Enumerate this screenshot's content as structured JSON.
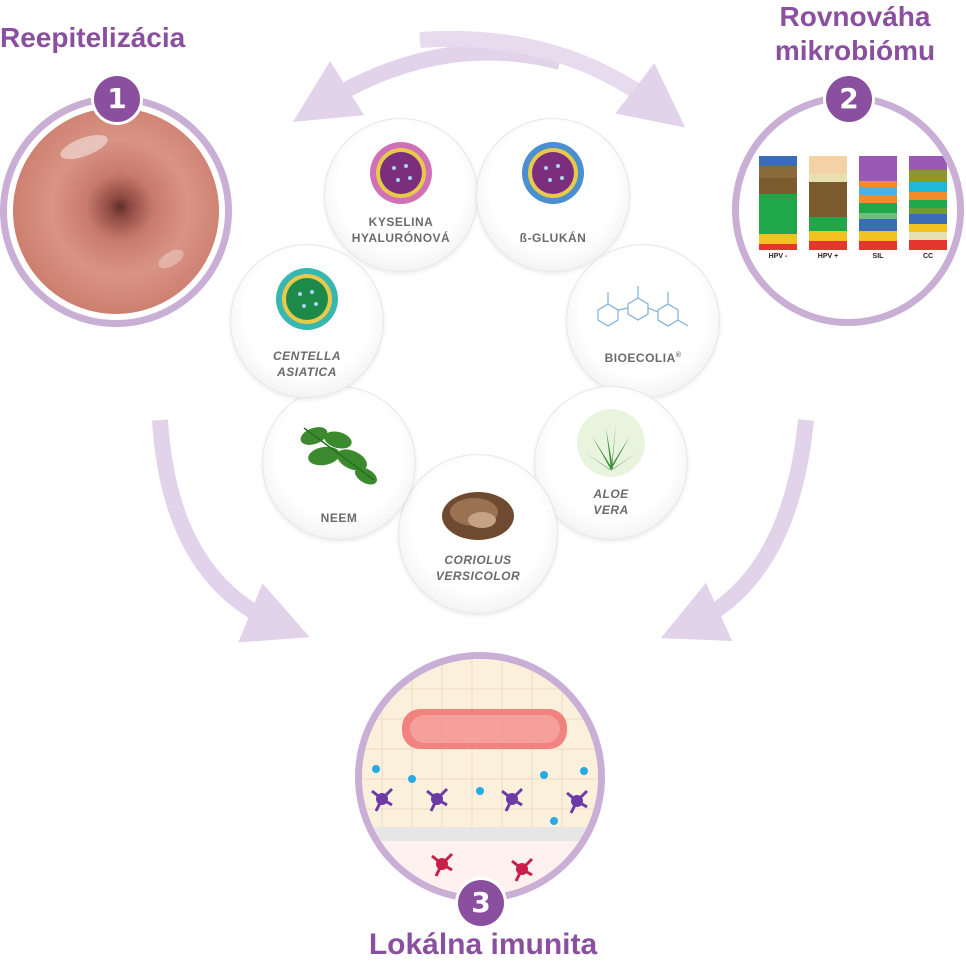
{
  "stages": [
    {
      "number": "1",
      "title": "Reepitelizácia"
    },
    {
      "number": "2",
      "title_line1": "Rovnováha",
      "title_line2": "mikrobiómu"
    },
    {
      "number": "3",
      "title": "Lokálna imunita"
    }
  ],
  "ingredients": [
    {
      "line1": "KYSELINA",
      "line2": "HYALURÓNOVÁ",
      "icon": "liposome-purple-icon"
    },
    {
      "line1": "ß-GLUKÁN",
      "line2": "",
      "icon": "liposome-blue-icon"
    },
    {
      "line1": "BIOECOLIA",
      "line2": "",
      "sup": "®",
      "icon": "molecule-structure-icon"
    },
    {
      "line1": "ALOE",
      "line2": "VERA",
      "icon": "aloe-plant-icon"
    },
    {
      "line1": "CORIOLUS",
      "line2": "VERSICOLOR",
      "icon": "mushroom-icon"
    },
    {
      "line1": "NEEM",
      "line2": "",
      "icon": "neem-leaves-icon"
    },
    {
      "line1": "CENTELLA",
      "line2": "ASIATICA",
      "icon": "liposome-teal-icon"
    }
  ],
  "microbiome_bars": {
    "labels": [
      "HPV -",
      "HPV +",
      "SIL",
      "CC"
    ]
  },
  "colors": {
    "accent": "#8a4f9e",
    "arrow": "#e3d3ea",
    "ring": "#c9aed6"
  }
}
